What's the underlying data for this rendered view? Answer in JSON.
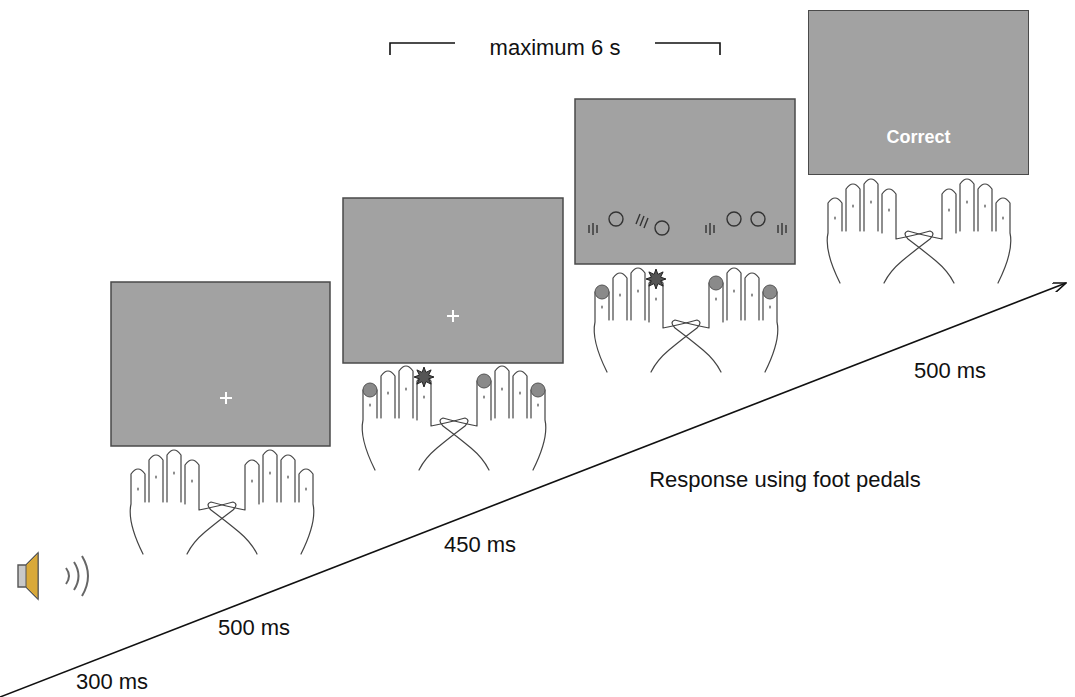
{
  "diagram": {
    "nodes": [
      {
        "text": [
          "Correct"
        ]
      }
    ],
    "labels": [
      "maximum 6 s",
      "500 ms",
      "Response using foot pedals",
      "450 ms",
      "500 ms",
      "300 ms"
    ]
  }
}
